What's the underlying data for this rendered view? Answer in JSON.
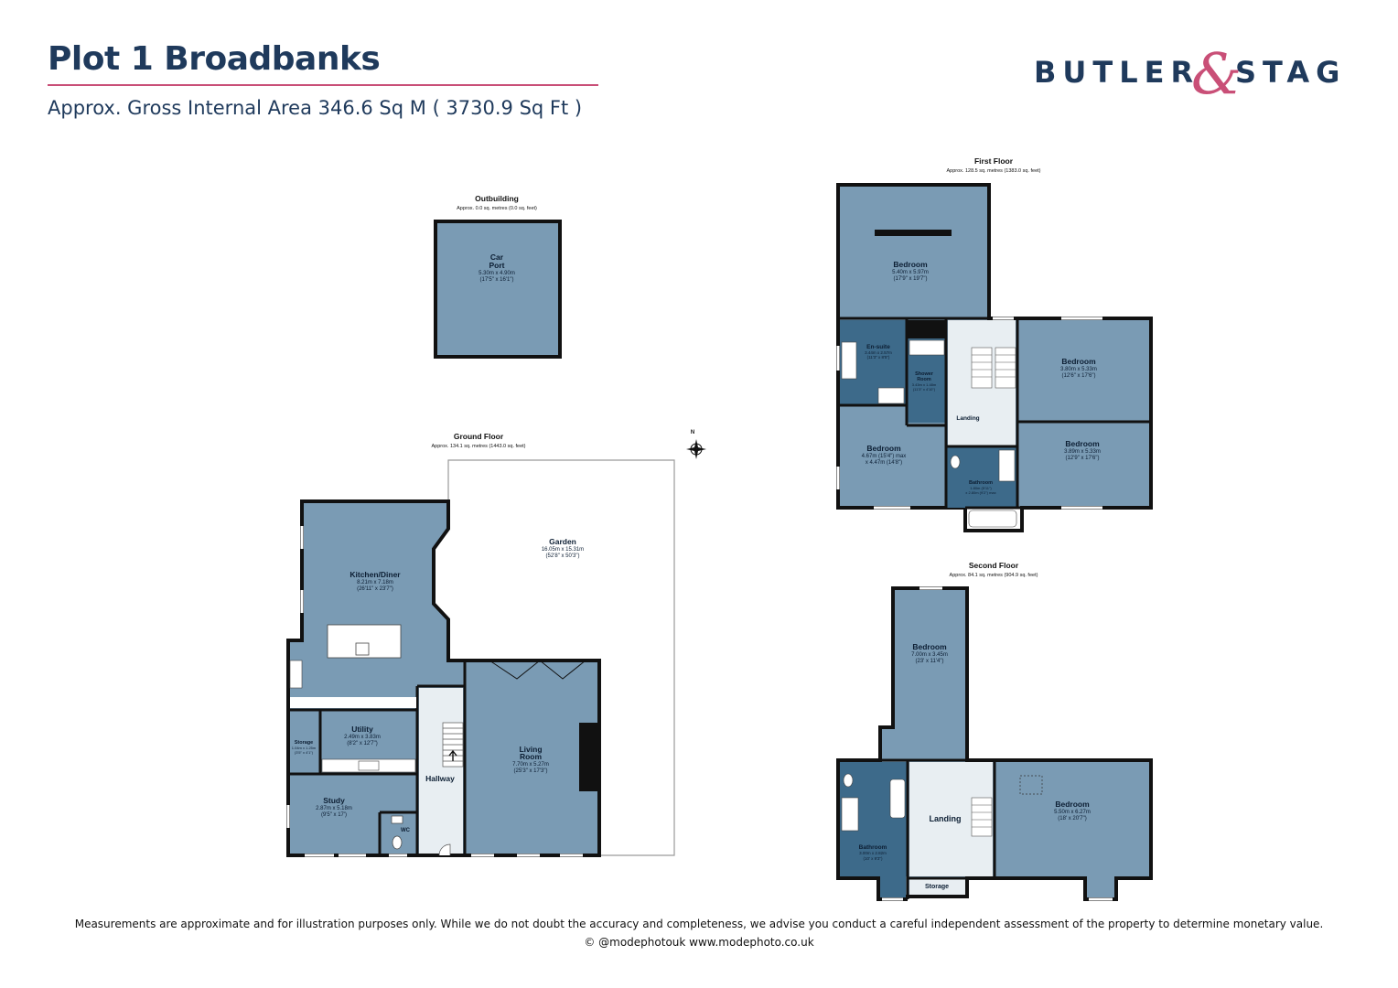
{
  "header": {
    "title": "Plot 1 Broadbanks",
    "area": "Approx. Gross Internal Area  346.6 Sq M ( 3730.9 Sq Ft )"
  },
  "logo": {
    "word1": "BUTLER",
    "amp": "&",
    "word2": "STAG"
  },
  "colors": {
    "room": "#7a9bb4",
    "bathroom": "#3d6a8a",
    "wall": "#111111",
    "brand_navy": "#1f3a5c",
    "brand_pink": "#c94f77"
  },
  "compass": {
    "label": "N"
  },
  "floors": {
    "outbuilding": {
      "name": "Outbuilding",
      "area": "Approx. 0.0 sq. metres (0.0 sq. feet)",
      "rooms": [
        {
          "name1": "Car",
          "name2": "Port",
          "dim_m": "5.30m x 4.90m",
          "dim_ft": "(17'5\" x 16'1\")"
        }
      ]
    },
    "ground": {
      "name": "Ground Floor",
      "area": "Approx. 134.1 sq. metres (1443.0 sq. feet)",
      "kitchen": {
        "name": "Kitchen/Diner",
        "dim_m": "8.21m x 7.18m",
        "dim_ft": "(26'11\" x 23'7\")"
      },
      "garden": {
        "name": "Garden",
        "dim_m": "16.05m x 15.31m",
        "dim_ft": "(52'8\" x 50'3\")"
      },
      "living": {
        "name1": "Living",
        "name2": "Room",
        "dim_m": "7.70m x 5.27m",
        "dim_ft": "(25'3\" x 17'3\")"
      },
      "utility": {
        "name": "Utility",
        "dim_m": "2.49m x 3.83m",
        "dim_ft": "(8'2\" x 12'7\")"
      },
      "storage": {
        "name": "Storage",
        "dim_m": "1.04m x 1.25m",
        "dim_ft": "(3'5\" x 4'1\")"
      },
      "hallway": {
        "name": "Hallway"
      },
      "study": {
        "name": "Study",
        "dim_m": "2.87m x 5.18m",
        "dim_ft": "(9'5\" x 17')"
      },
      "wc": {
        "name": "WC"
      }
    },
    "first": {
      "name": "First Floor",
      "area": "Approx. 128.5 sq. metres (1383.0 sq. feet)",
      "bed_main": {
        "name": "Bedroom",
        "dim_m": "5.40m x 5.97m",
        "dim_ft": "(17'9\" x 19'7\")"
      },
      "ensuite": {
        "name": "En-suite",
        "dim_m": "3.44m x 2.57m",
        "dim_ft": "(11'3\" x 8'5\")"
      },
      "shower": {
        "name1": "Shower",
        "name2": "Room",
        "dim_m": "3.43m x 1.48m",
        "dim_ft": "(11'3\" x 4'10\")"
      },
      "landing": {
        "name": "Landing"
      },
      "bed_ne": {
        "name": "Bedroom",
        "dim_m": "3.80m x 5.33m",
        "dim_ft": "(12'6\" x 17'6\")"
      },
      "bed_se": {
        "name": "Bedroom",
        "dim_m": "3.89m x 5.33m",
        "dim_ft": "(12'9\" x 17'6\")"
      },
      "bed_sw": {
        "name": "Bedroom",
        "dim_m": "4.67m (15'4\") max",
        "dim_ft": "x 4.47m (14'8\")"
      },
      "bathroom": {
        "name": "Bathroom",
        "dim_m": "1.80m (5'11\")",
        "dim_ft": "x 2.80m (9'2\") max"
      }
    },
    "second": {
      "name": "Second Floor",
      "area": "Approx. 84.1 sq. metres (904.9 sq. feet)",
      "bed_n": {
        "name": "Bedroom",
        "dim_m": "7.00m x 3.45m",
        "dim_ft": "(23' x 11'4\")"
      },
      "landing": {
        "name": "Landing"
      },
      "bed_e": {
        "name": "Bedroom",
        "dim_m": "5.50m x 6.27m",
        "dim_ft": "(18' x 20'7\")"
      },
      "bathroom": {
        "name": "Bathroom",
        "dim_m": "3.00m x 2.82m",
        "dim_ft": "(10' x 9'3\")"
      },
      "storage": {
        "name": "Storage"
      }
    }
  },
  "footer": {
    "disclaimer": "Measurements are approximate and for illustration purposes only.  While we do not doubt the accuracy and completeness, we advise you conduct a careful independent assessment of the property to determine monetary value.",
    "credit": "© @modephotouk www.modephoto.co.uk"
  }
}
